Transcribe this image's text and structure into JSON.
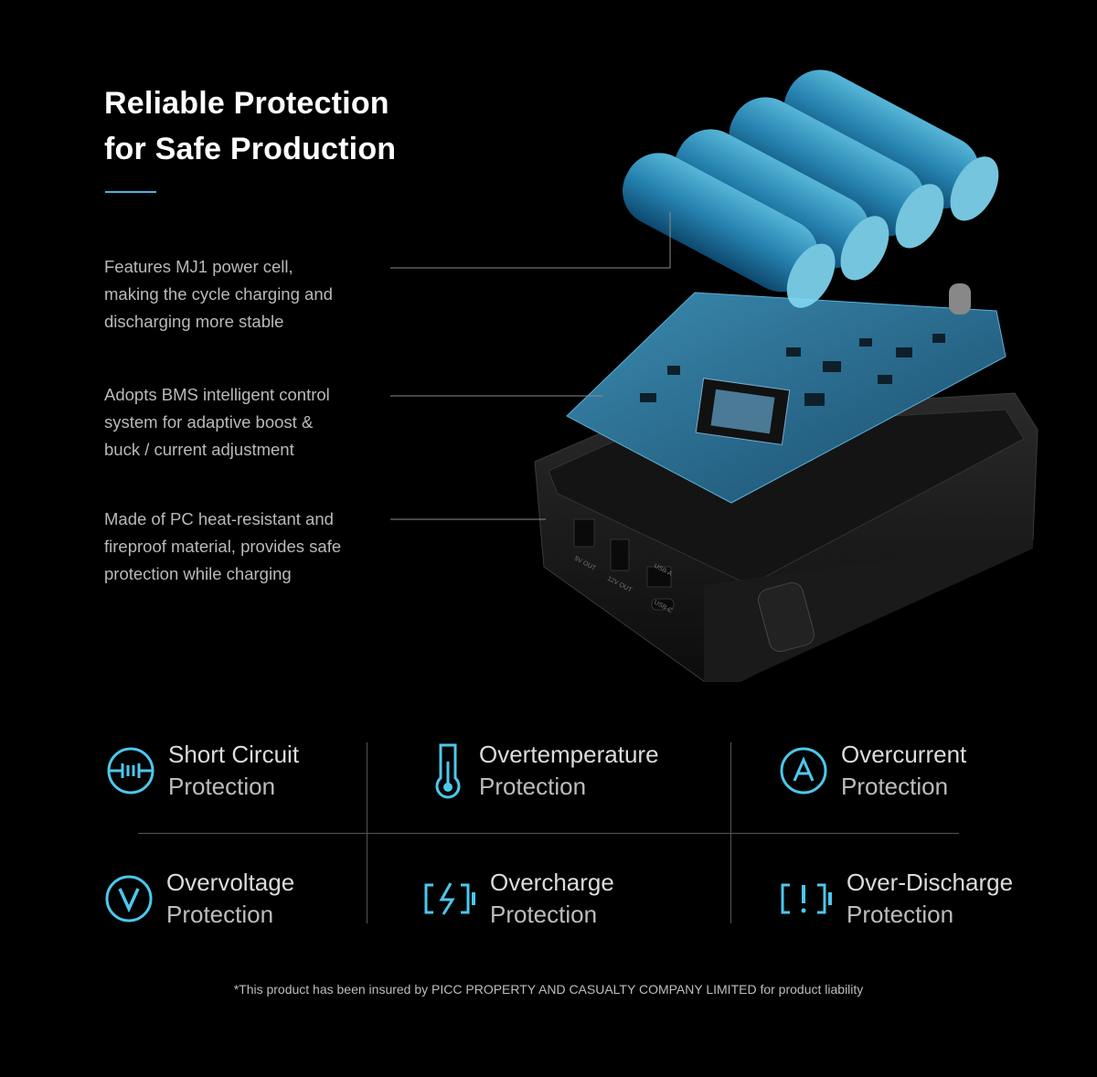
{
  "heading": {
    "line1": "Reliable Protection",
    "line2": "for Safe Production"
  },
  "accent_color": "#3fb8e0",
  "features": [
    {
      "lines": [
        "Features MJ1 power cell,",
        "making the cycle charging and",
        "discharging more stable"
      ]
    },
    {
      "lines": [
        "Adopts BMS intelligent control",
        "system for adaptive boost &",
        "buck / current adjustment"
      ]
    },
    {
      "lines": [
        "Made of PC heat-resistant and",
        "fireproof material, provides safe",
        "protection while charging"
      ]
    }
  ],
  "product_ports": [
    "5V OUT",
    "12V OUT",
    "USB-A",
    "USB-C"
  ],
  "protections": [
    {
      "icon": "short-circuit-icon",
      "line1": "Short Circuit",
      "line2": "Protection"
    },
    {
      "icon": "thermometer-icon",
      "line1": "Overtemperature",
      "line2": "Protection"
    },
    {
      "icon": "ampere-icon",
      "line1": "Overcurrent",
      "line2": "Protection"
    },
    {
      "icon": "voltage-icon",
      "line1": "Overvoltage",
      "line2": "Protection"
    },
    {
      "icon": "battery-charge-icon",
      "line1": "Overcharge",
      "line2": "Protection"
    },
    {
      "icon": "battery-warning-icon",
      "line1": "Over-Discharge",
      "line2": "Protection"
    }
  ],
  "footnote": "*This product has been insured by PICC PROPERTY AND CASUALTY COMPANY LIMITED for product liability"
}
